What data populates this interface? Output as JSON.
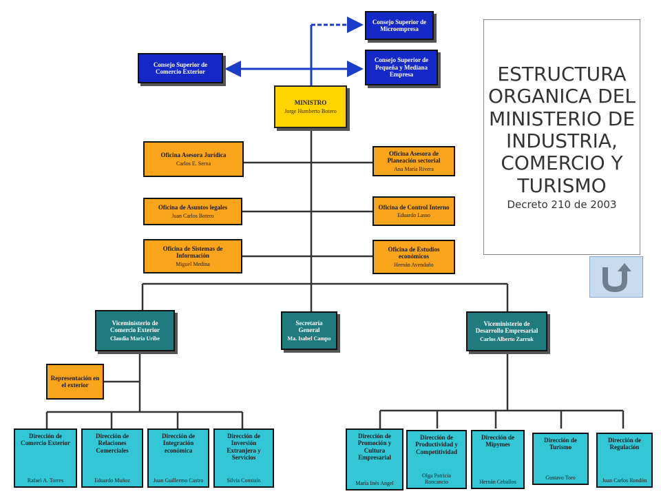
{
  "title": {
    "main": "ESTRUCTURA ORGANICA DEL MINISTERIO DE INDUSTRIA, COMERCIO Y TURISMO",
    "sub": "Decreto 210 de 2003"
  },
  "nodes": {
    "consejo_micro": {
      "title": "Consejo Superior de Microempresa",
      "person": ""
    },
    "consejo_pyme": {
      "title": "Consejo Superior de Pequeña y Mediana Empresa",
      "person": ""
    },
    "consejo_comercio": {
      "title": "Consejo Superior de Comercio Exterior",
      "person": ""
    },
    "ministro": {
      "title": "MINISTRO",
      "person": "Jorge Humberto Botero"
    },
    "juridica": {
      "title": "Oficina Asesora Jurídica",
      "person": "Carlos E. Serna"
    },
    "planeacion": {
      "title": "Oficina Asesora de Planeación sectorial",
      "person": "Ana María Rivera"
    },
    "asuntos_legales": {
      "title": "Oficina de Asuntos legales",
      "person": "Juan Carlos Botero"
    },
    "control_interno": {
      "title": "Oficina de Control Interno",
      "person": "Eduardo Lasso"
    },
    "sistemas": {
      "title": "Oficina de Sistemas de Información",
      "person": "Miguel Medina"
    },
    "estudios": {
      "title": "Oficina de Estudios económicos",
      "person": "Hernán Avendaño"
    },
    "vice_comercio": {
      "title": "Viceministerio de Comercio Exterior",
      "person": "Claudia María Uribe"
    },
    "secretaria": {
      "title": "Secretaría General",
      "person": "Ma. Isabel Campo"
    },
    "vice_desarrollo": {
      "title": "Viceministerio de Desarrollo Empresarial",
      "person": "Carlos Alberto Zarruk"
    },
    "representacion": {
      "title": "Representación en el exterior",
      "person": ""
    },
    "dir_comercio_ext": {
      "title": "Dirección de Comercio Exterior",
      "person": "Rafael A. Torres"
    },
    "dir_relaciones": {
      "title": "Dirección de Relaciones Comerciales",
      "person": "Eduardo Muñoz"
    },
    "dir_integracion": {
      "title": "Dirección de Integración económica",
      "person": "Juan Guillermo Castro"
    },
    "dir_inversion": {
      "title": "Dirección de Inversión Extranjera y Servicios",
      "person": "Silvia Constaín"
    },
    "dir_promocion": {
      "title": "Dirección de Promoción y Cultura Empresarial",
      "person": "María Inés Angel"
    },
    "dir_productividad": {
      "title": "Dirección de Productividad y Competitividad",
      "person": "Olga Patricia Roncancio"
    },
    "dir_mipymes": {
      "title": "Dirección de Mipymes",
      "person": "Hernán Ceballos"
    },
    "dir_turismo": {
      "title": "Dirección de Turismo",
      "person": "Gustavo Toro"
    },
    "dir_regulacion": {
      "title": "Dirección de Regulación",
      "person": "Juan Carlos Rondón"
    }
  },
  "colors": {
    "consejo": "#1428c8",
    "ministro": "#ffd400",
    "oficina": "#f9a51c",
    "viceministerio": "#1f7b7e",
    "direccion": "#33c7d6",
    "connector": "#333333",
    "arrow": "#1a3cc8"
  },
  "return_button": {
    "icon": "u-turn-arrow-icon"
  }
}
